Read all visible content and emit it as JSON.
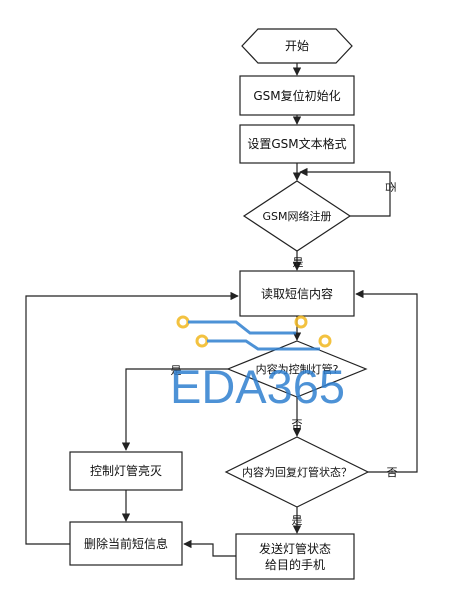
{
  "flowchart": {
    "start": "开始",
    "gsm_reset": "GSM复位初始化",
    "set_text_format": "设置GSM文本格式",
    "network_register": "GSM网络注册",
    "read_sms": "读取短信内容",
    "is_control_lamp": "内容为控制灯管?",
    "control_lamp": "控制灯管亮灭",
    "delete_sms": "删除当前短信息",
    "is_reply_status": "内容为回复灯管状态？",
    "send_status_line1": "发送灯管状态",
    "send_status_line2": "给目的手机"
  },
  "labels": {
    "yes": "是",
    "no": "否"
  },
  "watermark": {
    "text": "EDA365",
    "color": "#2f7fd0",
    "accent": "#f2b81f"
  }
}
